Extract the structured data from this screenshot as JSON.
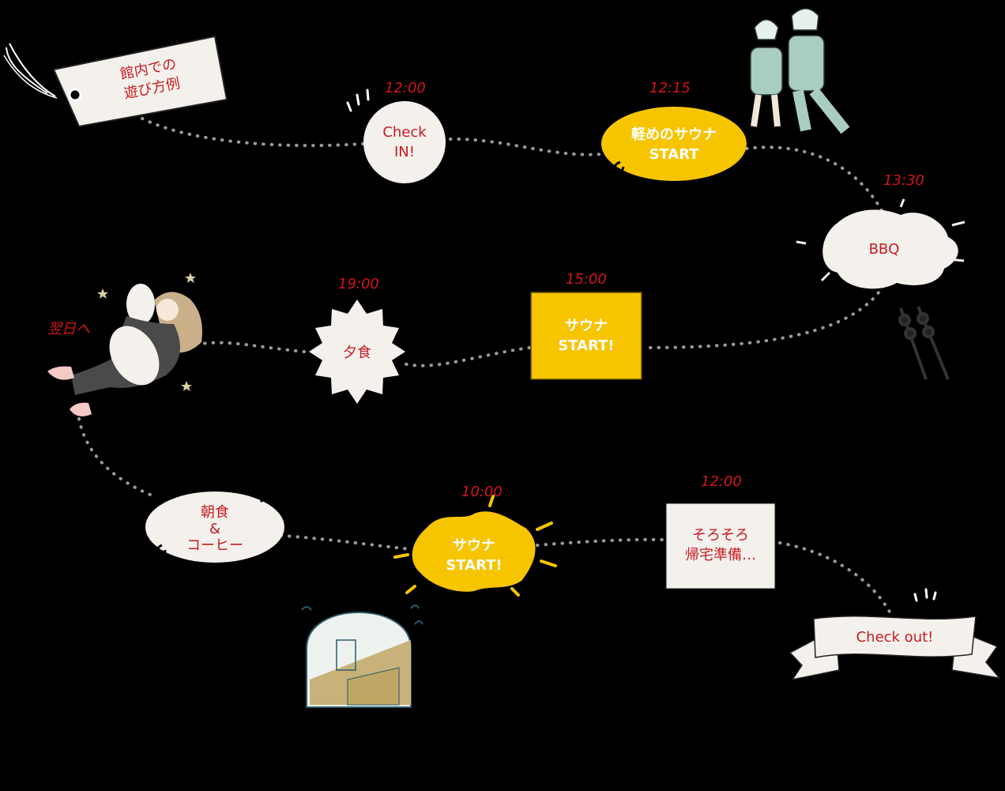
{
  "title": "館内での\n遊び方例",
  "next_day": "翌日へ",
  "steps": [
    {
      "time": "12:00",
      "label": "Check\nIN!"
    },
    {
      "time": "12:15",
      "label": "軽めのサウナ\nSTART"
    },
    {
      "time": "13:30",
      "label": "BBQ"
    },
    {
      "time": "15:00",
      "label": "サウナ\nSTART!"
    },
    {
      "time": "19:00",
      "label": "夕食"
    },
    {
      "time": "",
      "label": "朝食\n&\nコーヒー"
    },
    {
      "time": "10:00",
      "label": "サウナ\nSTART!"
    },
    {
      "time": "12:00",
      "label": "そろそろ\n帰宅準備…"
    },
    {
      "time": "",
      "label": "Check out!"
    }
  ],
  "colors": {
    "accent": "#d4141b",
    "yellow": "#f7c400",
    "cream": "#f4f1ec",
    "path": "#9a9a9a"
  },
  "icons": [
    "price-tag-icon",
    "sauna-couple-illustration",
    "skewers-icon",
    "sleeping-girl-illustration",
    "sauna-room-illustration",
    "star-icon"
  ]
}
